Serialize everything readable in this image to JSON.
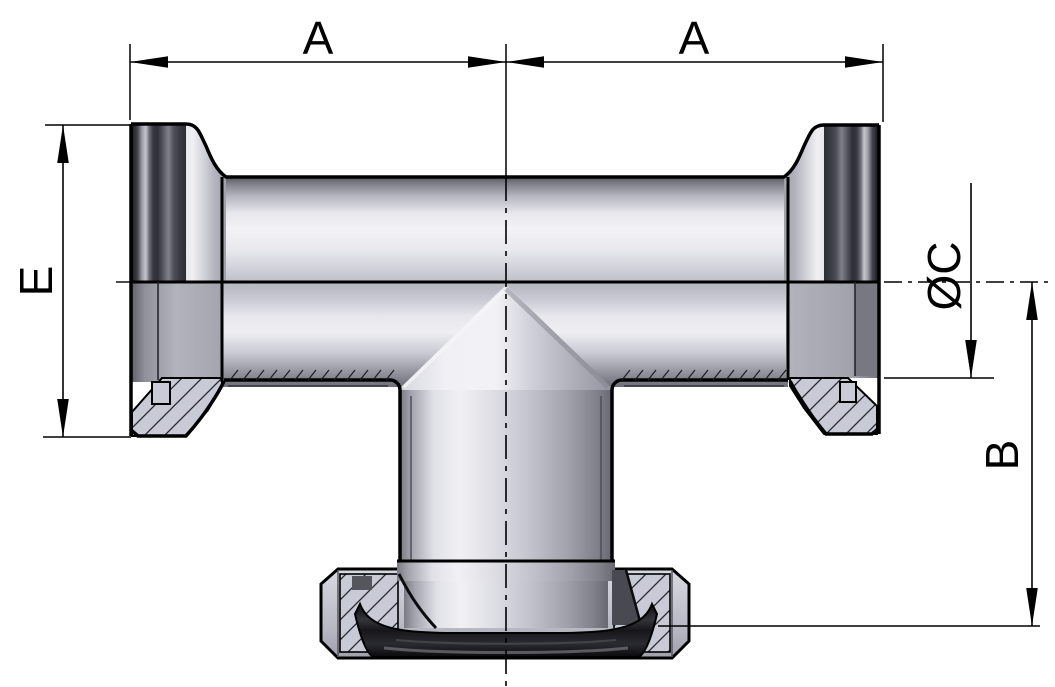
{
  "drawing": {
    "figure": "tee-pipe-fitting-half-section",
    "labels": {
      "a_left": "A",
      "a_right": "A",
      "e": "E",
      "c": "ØC",
      "b": "B"
    },
    "colors": {
      "background": "#ffffff",
      "line": "#000000",
      "steel_bright": "#f2f2f6",
      "steel_mid": "#c3c3cd",
      "steel_dark": "#2e2e36",
      "hatch_fill": "#c8cad5",
      "seal": "#141418"
    }
  }
}
